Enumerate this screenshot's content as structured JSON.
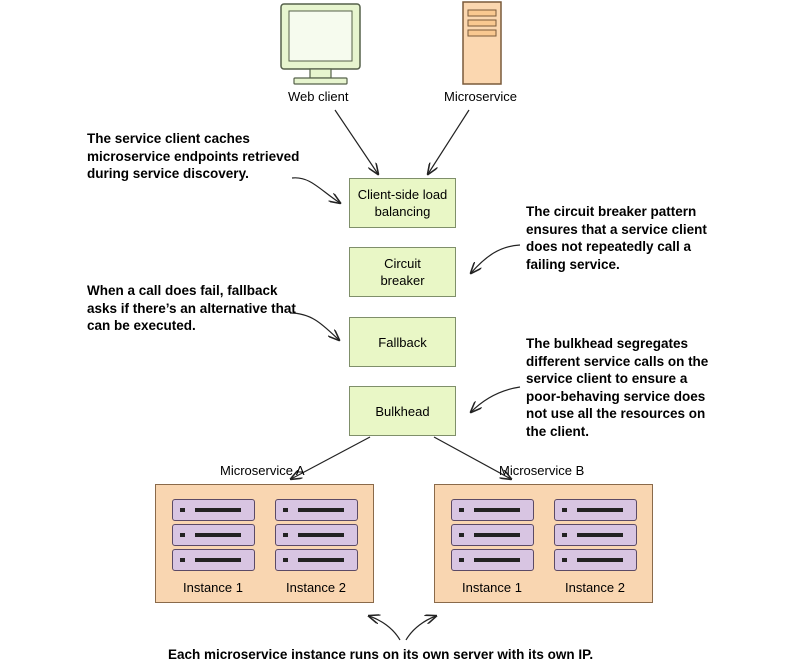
{
  "clients": {
    "web_client": "Web client",
    "microservice": "Microservice"
  },
  "stack": {
    "load_balancing": "Client-side load balancing",
    "circuit_breaker": "Circuit breaker",
    "fallback": "Fallback",
    "bulkhead": "Bulkhead"
  },
  "notes": {
    "caching": "The service client caches microservice endpoints retrieved during service discovery.",
    "circuit_breaker": "The circuit breaker pattern ensures that a service client does not repeatedly call a failing service.",
    "fallback": "When a call does fail, fallback asks if there’s an alternative that can be executed.",
    "bulkhead": "The bulkhead segregates different service calls on the service client to ensure a poor-behaving service does not use all the resources on the client."
  },
  "groups": [
    {
      "title": "Microservice A",
      "instances": [
        "Instance 1",
        "Instance 2"
      ]
    },
    {
      "title": "Microservice B",
      "instances": [
        "Instance 1",
        "Instance 2"
      ]
    }
  ],
  "footer": "Each microservice instance runs on its own server with its own IP.",
  "colors": {
    "pattern_box": "#e9f7c6",
    "group_fill": "#f9d6b1",
    "server_fill": "#d8c5e2",
    "monitor_fill": "#e7f5cf",
    "tower_fill": "#fbd7b0"
  },
  "icons": [
    "monitor-icon",
    "server-tower-icon",
    "server-rack-icon"
  ]
}
